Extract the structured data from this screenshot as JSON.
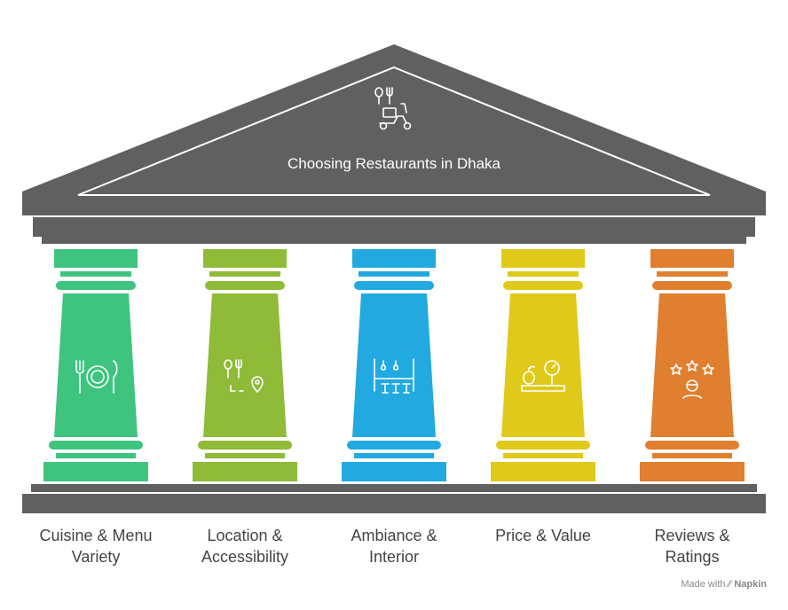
{
  "title": "Choosing Restaurants in Dhaka",
  "pillars": [
    {
      "label": "Cuisine & Menu Variety",
      "line1": "Cuisine & Menu",
      "line2": "Variety",
      "color": "#3ec47f",
      "icon": "utensils-plate-icon"
    },
    {
      "label": "Location & Accessibility",
      "line1": "Location &",
      "line2": "Accessibility",
      "color": "#8fbb39",
      "icon": "location-pin-fork-icon"
    },
    {
      "label": "Ambiance & Interior",
      "line1": "Ambiance &",
      "line2": "Interior",
      "color": "#22a9df",
      "icon": "bar-stools-lights-icon"
    },
    {
      "label": "Price & Value",
      "line1": "Price & Value",
      "line2": "",
      "color": "#dfca1b",
      "icon": "apple-scale-icon"
    },
    {
      "label": "Reviews & Ratings",
      "line1": "Reviews &",
      "line2": "Ratings",
      "color": "#df7f2f",
      "icon": "star-rating-person-icon"
    }
  ],
  "roof_icon": "scooter-food-delivery-icon",
  "colors": {
    "roof": "#606060",
    "base": "#606060",
    "text": "#444444"
  },
  "watermark": {
    "prefix": "Made with",
    "brand": "Napkin"
  }
}
